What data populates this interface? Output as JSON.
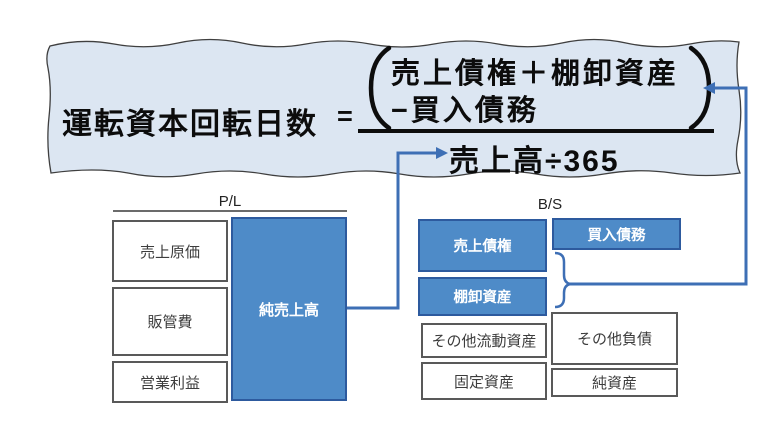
{
  "formula": {
    "lhs": "運転資本回転日数",
    "equals": "=",
    "numerator_line1": "売上債権＋棚卸資産",
    "numerator_line2": "−買入債務",
    "denominator": "売上高÷365"
  },
  "pl": {
    "label": "P/L",
    "items": [
      {
        "label": "売上原価"
      },
      {
        "label": "販管費"
      },
      {
        "label": "営業利益"
      }
    ],
    "highlight": {
      "label": "純売上高"
    }
  },
  "bs": {
    "label": "B/S",
    "asset_highlights": [
      {
        "label": "売上債権"
      },
      {
        "label": "棚卸資産"
      }
    ],
    "liability_highlight": {
      "label": "買入債務"
    },
    "other_assets": [
      {
        "label": "その他流動資産"
      },
      {
        "label": "固定資産"
      }
    ],
    "other_liabilities": [
      {
        "label": "その他負債"
      },
      {
        "label": "純資産"
      }
    ]
  },
  "colors": {
    "highlight_fill": "#4E8BC8",
    "highlight_border": "#2D5A9E",
    "connector_blue": "#3E6FB5",
    "formula_background": "#DCE6F2",
    "gray_box_border": "#595959"
  }
}
